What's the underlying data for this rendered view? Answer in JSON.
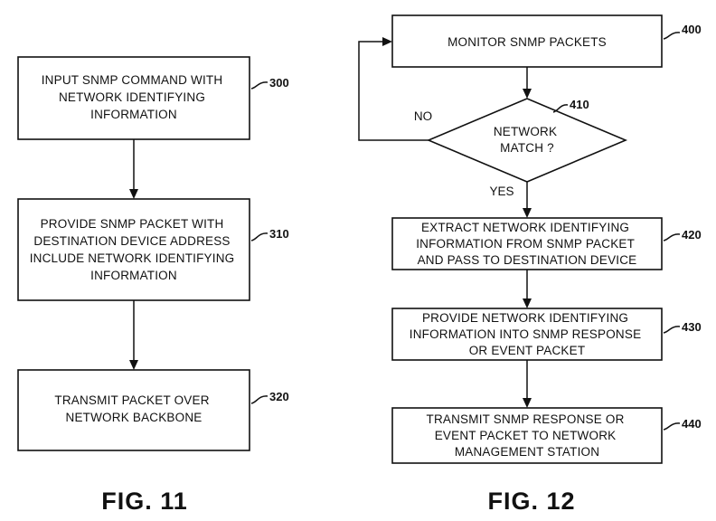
{
  "fig11": {
    "label": "FIG. 11",
    "steps": [
      {
        "ref": "300",
        "lines": [
          "INPUT SNMP COMMAND WITH",
          "NETWORK IDENTIFYING",
          "INFORMATION"
        ]
      },
      {
        "ref": "310",
        "lines": [
          "PROVIDE SNMP PACKET WITH",
          "DESTINATION DEVICE ADDRESS",
          "INCLUDE NETWORK IDENTIFYING",
          "INFORMATION"
        ]
      },
      {
        "ref": "320",
        "lines": [
          "TRANSMIT PACKET OVER",
          "NETWORK BACKBONE"
        ]
      }
    ]
  },
  "fig12": {
    "label": "FIG. 12",
    "steps": [
      {
        "ref": "400",
        "lines": [
          "MONITOR SNMP PACKETS"
        ]
      },
      {
        "ref": "410",
        "lines": [
          "NETWORK",
          "MATCH ?"
        ]
      },
      {
        "ref": "420",
        "lines": [
          "EXTRACT NETWORK IDENTIFYING",
          "INFORMATION FROM SNMP PACKET",
          "AND PASS TO DESTINATION DEVICE"
        ]
      },
      {
        "ref": "430",
        "lines": [
          "PROVIDE NETWORK IDENTIFYING",
          "INFORMATION INTO SNMP RESPONSE",
          "OR EVENT PACKET"
        ]
      },
      {
        "ref": "440",
        "lines": [
          "TRANSMIT SNMP RESPONSE OR",
          "EVENT PACKET TO NETWORK",
          "MANAGEMENT STATION"
        ]
      }
    ],
    "branches": {
      "no": "NO",
      "yes": "YES"
    }
  }
}
